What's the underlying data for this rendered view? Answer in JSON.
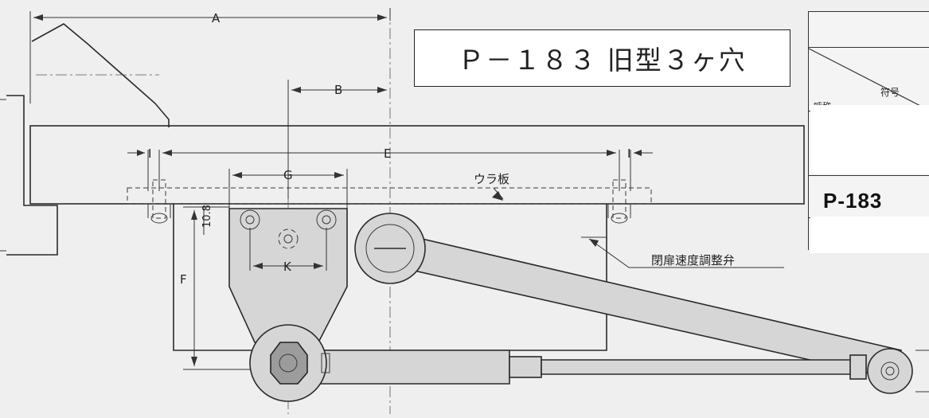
{
  "title": "Ｐ－１８３ 旧型３ヶ穴",
  "dimension_labels": {
    "A": "A",
    "B": "B",
    "E": "E",
    "I_left": "I",
    "I_right": "I",
    "G": "G",
    "K": "K",
    "F": "F",
    "dim_10_8": "10.8"
  },
  "annotations": {
    "back_plate": "ウラ板",
    "speed_valve": "閉扉速度調整弁"
  },
  "spec_table": {
    "header_symbol": "符号",
    "header_name": "呼称",
    "model": "P-183"
  },
  "colors": {
    "background": "#efefef",
    "line": "#2a2a2a",
    "arm_fill": "#d6d6d6"
  }
}
